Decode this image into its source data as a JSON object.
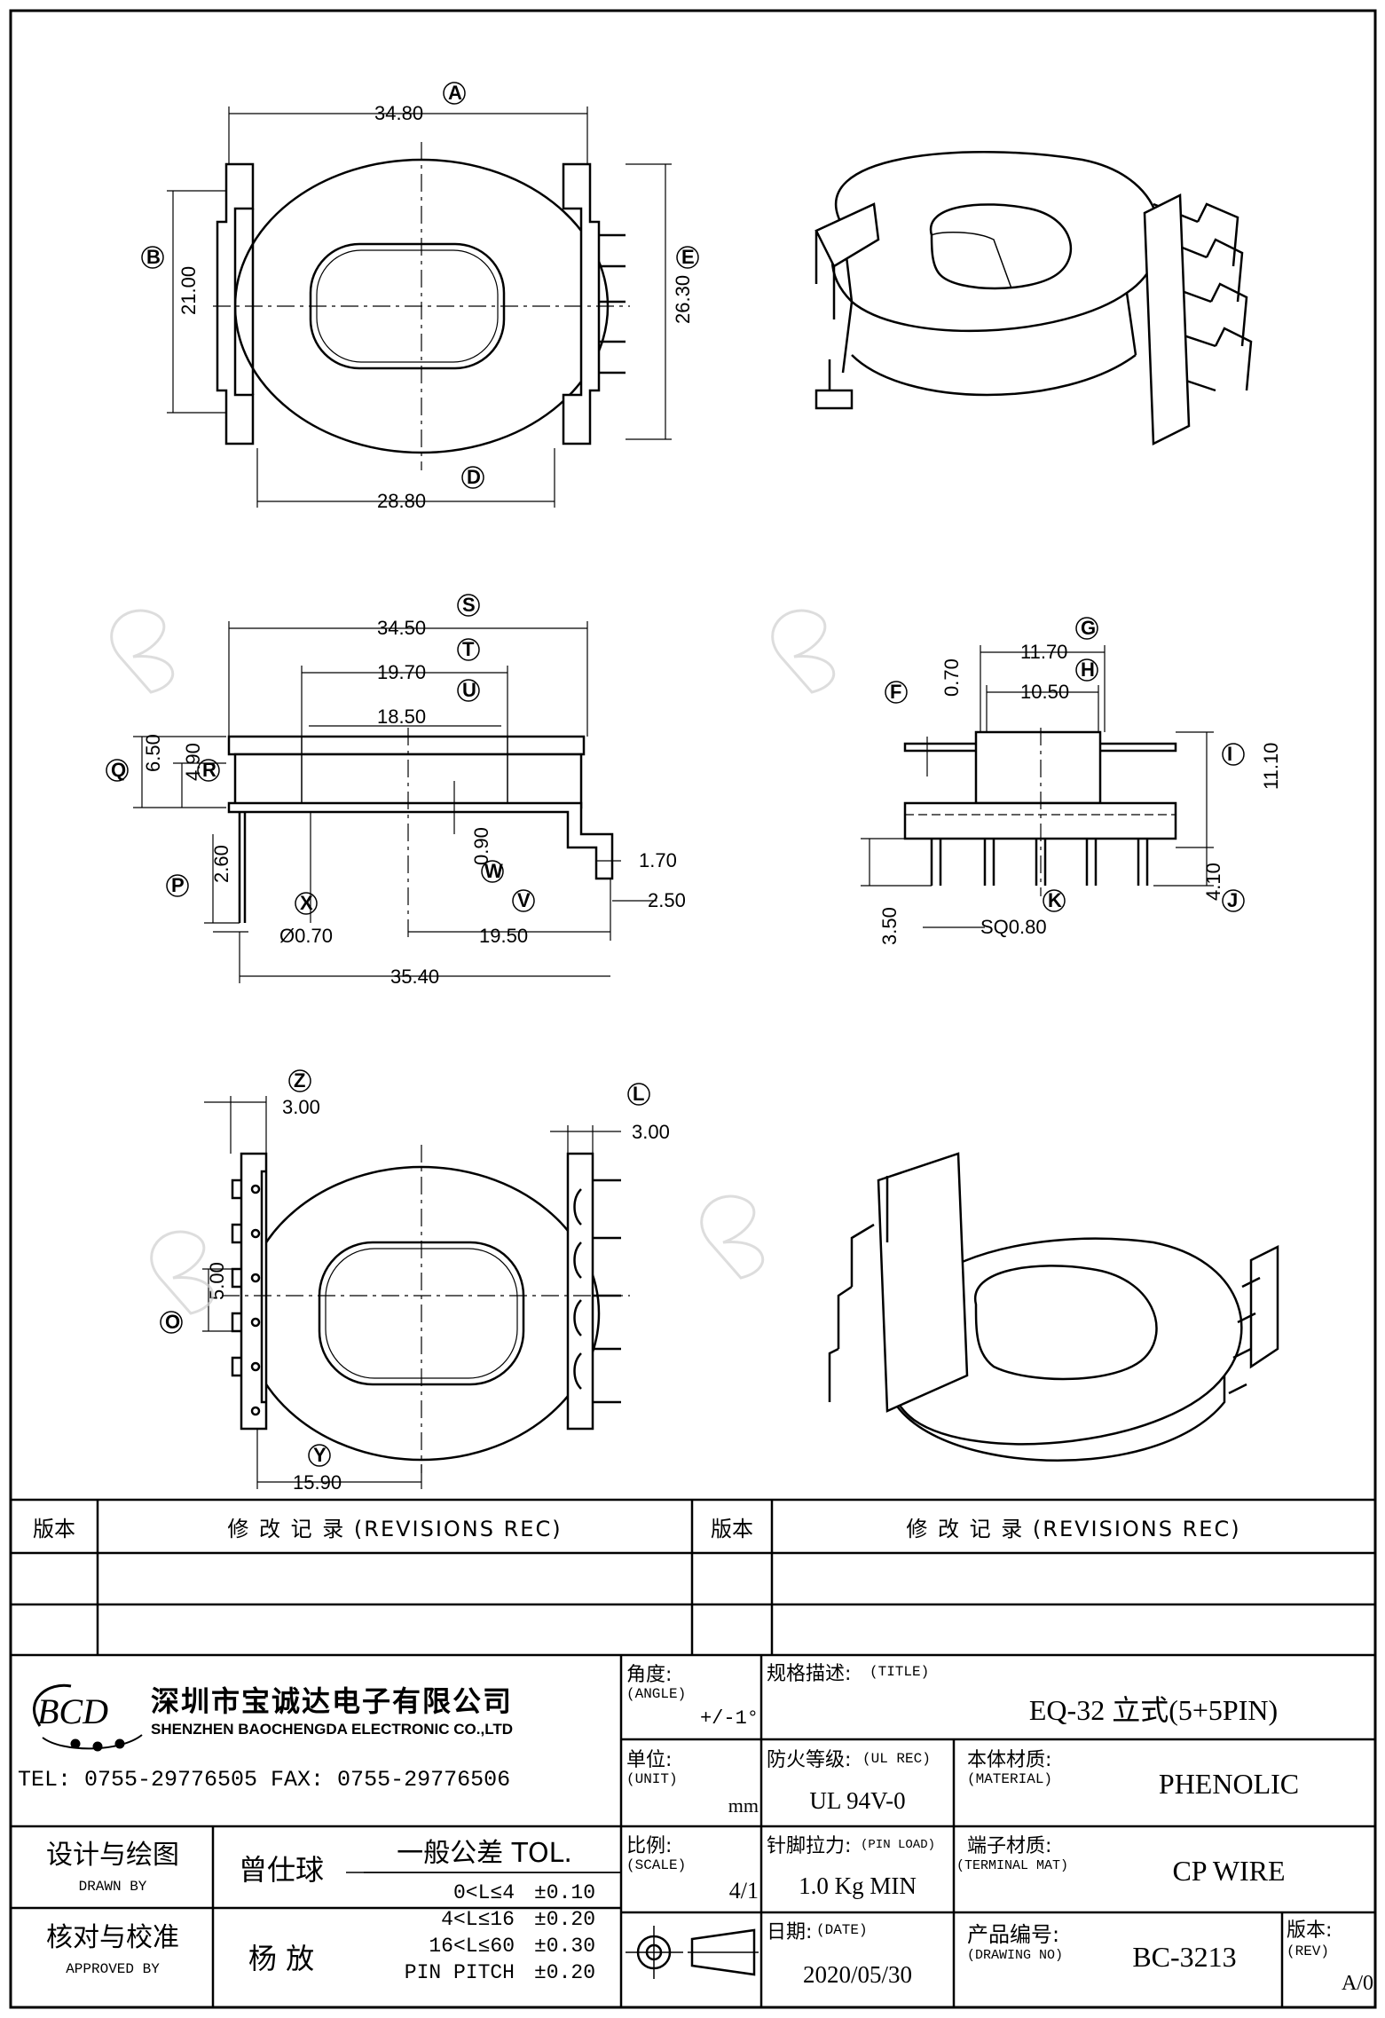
{
  "drawing": {
    "dims": {
      "A": "34.80",
      "B": "21.00",
      "D": "28.80",
      "E": "26.30",
      "S": "34.50",
      "T": "19.70",
      "U": "18.50",
      "Q": "6.50",
      "R": "4.90",
      "P": "2.60",
      "X": "Ø0.70",
      "W": "0.90",
      "V": "19.50",
      "total": "35.40",
      "pin_len": "1.70",
      "pin_off": "2.50",
      "G": "11.70",
      "H": "10.50",
      "F": "0.70",
      "I": "11.10",
      "J": "4.10",
      "K": "SQ0.80",
      "lead": "3.50",
      "Z": "3.00",
      "L": "3.00",
      "O": "5.00",
      "Y": "15.90"
    },
    "letters": [
      "A",
      "B",
      "D",
      "E",
      "S",
      "T",
      "U",
      "Q",
      "R",
      "P",
      "X",
      "W",
      "V",
      "G",
      "H",
      "F",
      "I",
      "J",
      "K",
      "Z",
      "L",
      "O",
      "Y"
    ]
  },
  "revisions": {
    "left_head": "版本",
    "left_title": "修  改  记  录  (REVISIONS REC)",
    "right_head": "版本",
    "right_title": "修  改  记  录  (REVISIONS REC)"
  },
  "company": {
    "logo": "BCD",
    "name_cn": "深圳市宝诚达电子有限公司",
    "name_en": "SHENZHEN BAOCHENGDA ELECTRONIC CO.,LTD",
    "contact": "TEL: 0755-29776505  FAX: 0755-29776506"
  },
  "title_block": {
    "angle_label": "角度:",
    "angle_label_en": "(ANGLE)",
    "angle_value": "+/-1°",
    "title_label": "规格描述:",
    "title_label_en": "(TITLE)",
    "title_value": "EQ-32 立式(5+5PIN)",
    "unit_label": "单位:",
    "unit_label_en": "(UNIT)",
    "unit_value": "mm",
    "ul_label": "防火等级:",
    "ul_label_en": "(UL REC)",
    "ul_value": "UL 94V-0",
    "material_label": "本体材质:",
    "material_label_en": "(MATERIAL)",
    "material_value": "PHENOLIC",
    "scale_label": "比例:",
    "scale_label_en": "(SCALE)",
    "scale_value": "4/1",
    "pinload_label": "针脚拉力:",
    "pinload_label_en": "(PIN LOAD)",
    "pinload_value": "1.0 Kg MIN",
    "terminal_label": "端子材质:",
    "terminal_label_en": "(TERMINAL MAT)",
    "terminal_value": "CP WIRE",
    "date_label": "日期:",
    "date_label_en": "(DATE)",
    "date_value": "2020/05/30",
    "drawno_label": "产品编号:",
    "drawno_label_en": "(DRAWING NO)",
    "drawno_value": "BC-3213",
    "rev_label": "版本:",
    "rev_label_en": "(REV)",
    "rev_value": "A/0",
    "designer_label": "设计与绘图",
    "designer_label_en": "DRAWN BY",
    "designer": "曾仕球",
    "checker_label": "核对与校准",
    "checker_label_en": "APPROVED BY",
    "checker": "杨  放",
    "tol_title": "一般公差 TOL.",
    "tol_rows": [
      {
        "range": "0<L≤4",
        "tol": "±0.10"
      },
      {
        "range": "4<L≤16",
        "tol": "±0.20"
      },
      {
        "range": "16<L≤60",
        "tol": "±0.30"
      },
      {
        "range": "PIN PITCH",
        "tol": "±0.20"
      }
    ]
  }
}
